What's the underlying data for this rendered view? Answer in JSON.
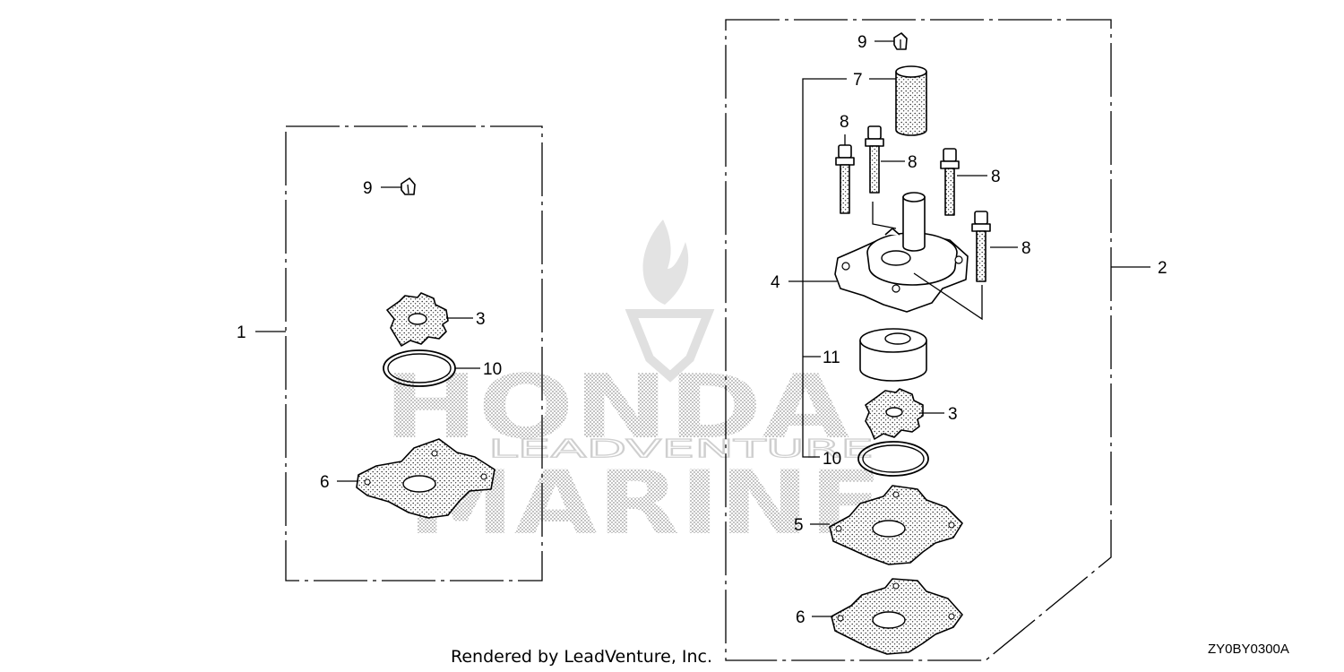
{
  "diagram": {
    "code": "ZY0BY0300A",
    "rendered_by": "Rendered by LeadVenture, Inc.",
    "watermark": {
      "line1": "HONDA",
      "line2": "LEADVENTURE",
      "line3": "MARINE"
    },
    "kits": [
      {
        "label": "1"
      },
      {
        "label": "2"
      }
    ],
    "callouts": {
      "k1_impeller": "3",
      "k1_oring": "10",
      "k1_gasket": "6",
      "k1_key": "9",
      "k2_housing": "4",
      "k2_key": "9",
      "k2_tube": "7",
      "k2_bolt_a": "8",
      "k2_bolt_b": "8",
      "k2_bolt_c": "8",
      "k2_bolt_d": "8",
      "k2_liner": "11",
      "k2_impeller": "3",
      "k2_oring": "10",
      "k2_plate": "5",
      "k2_gasket": "6"
    }
  }
}
